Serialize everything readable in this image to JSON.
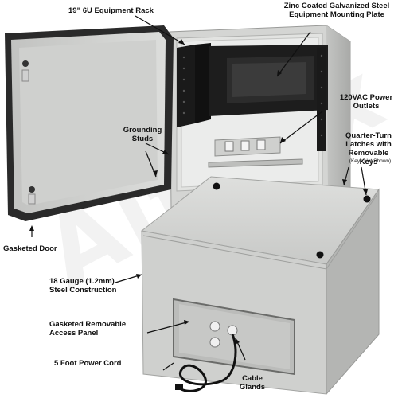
{
  "watermark": "Altelix",
  "labels": {
    "rack": "19\" 6U Equipment Rack",
    "mounting_plate": "Zinc Coated Galvanized Steel\nEquipment Mounting Plate",
    "power_outlets": "120VAC Power\nOutlets",
    "grounding_studs": "Grounding\nStuds",
    "latches": "Quarter-Turn\nLatches with\nRemovable Keys",
    "keys_note": "(Keys Not Shown)",
    "gasketed_door": "Gasketed Door",
    "steel_construction": "18 Gauge (1.2mm)\nSteel Construction",
    "access_panel": "Gasketed Removable\nAccess Panel",
    "power_cord": "5 Foot Power Cord",
    "cable_glands": "Cable\nGlands"
  },
  "colors": {
    "enclosure_body": "#d6d7d5",
    "enclosure_shadow": "#a9aaa8",
    "rack_black": "#1a1a1a",
    "gasket": "#2a2a2a",
    "plate": "#c9cbcc"
  }
}
